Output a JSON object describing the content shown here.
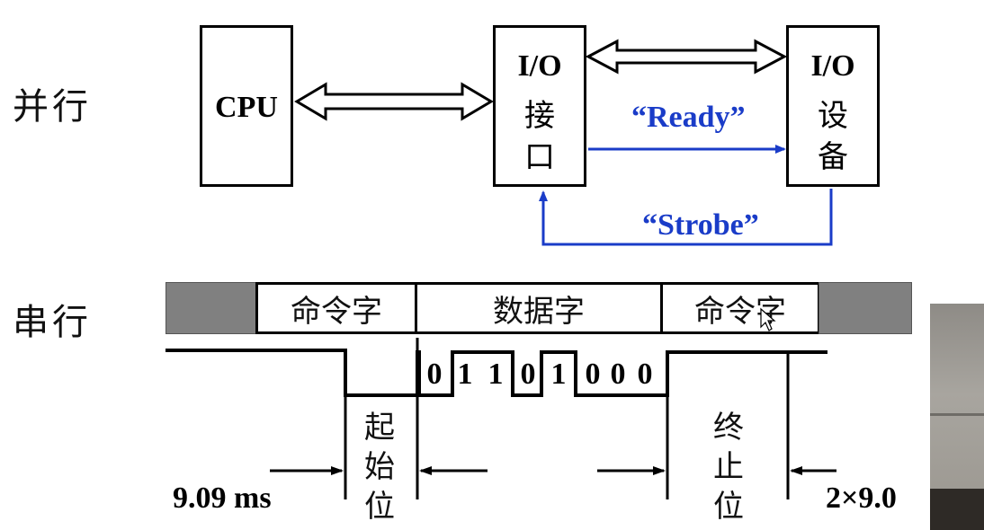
{
  "parallel": {
    "row_label": "并行",
    "cpu_label": "CPU",
    "io_interface": [
      "I/O",
      "接",
      "口"
    ],
    "io_device": [
      "I/O",
      "设",
      "备"
    ],
    "ready_signal": "“Ready”",
    "strobe_signal": "“Strobe”"
  },
  "serial": {
    "row_label": "串行",
    "frame_cells": [
      "命令字",
      "数据字",
      "命令字"
    ],
    "bits": [
      "0",
      "1",
      "1",
      "0",
      "1",
      "0",
      "0",
      "0"
    ],
    "start_bit_label": [
      "起",
      "始",
      "位"
    ],
    "stop_bit_label": [
      "终",
      "止",
      "位"
    ],
    "left_time": "9.09 ms",
    "right_time": "2×9.0"
  },
  "colors": {
    "signal_blue": "#1a3cc8",
    "grey_block": "#808080"
  }
}
